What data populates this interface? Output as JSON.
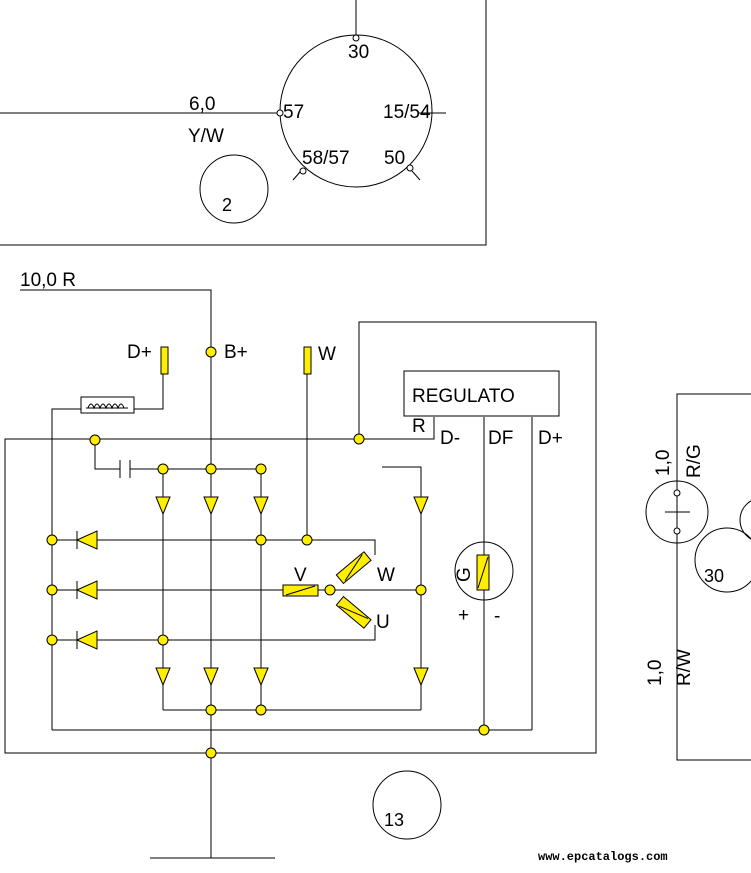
{
  "starter": {
    "terminal_30": "30",
    "terminal_57": "57",
    "terminal_1554": "15/54",
    "terminal_5857": "58/57",
    "terminal_50": "50",
    "wire_size": "6,0",
    "wire_color": "Y/W",
    "ref_number": "2"
  },
  "alternator": {
    "supply_size_color": "10,0 R",
    "terminal_dplus": "D+",
    "terminal_bplus": "B+",
    "terminal_w": "W",
    "regulator_label_1": "REGULATO",
    "regulator_label_2": "R",
    "reg_terminal_dminus": "D-",
    "reg_terminal_df": "DF",
    "reg_terminal_dplus": "D+",
    "winding_v": "V",
    "winding_w": "W",
    "winding_u": "U",
    "field_label": "G",
    "field_plus": "+",
    "field_minus": "-",
    "ref_number": "13"
  },
  "switch": {
    "top_wire_size": "1,0",
    "top_wire_color": "R/G",
    "bottom_wire_size": "1,0",
    "bottom_wire_color": "R/W",
    "ref_number": "30"
  },
  "watermark": "www.epcatalogs.com"
}
